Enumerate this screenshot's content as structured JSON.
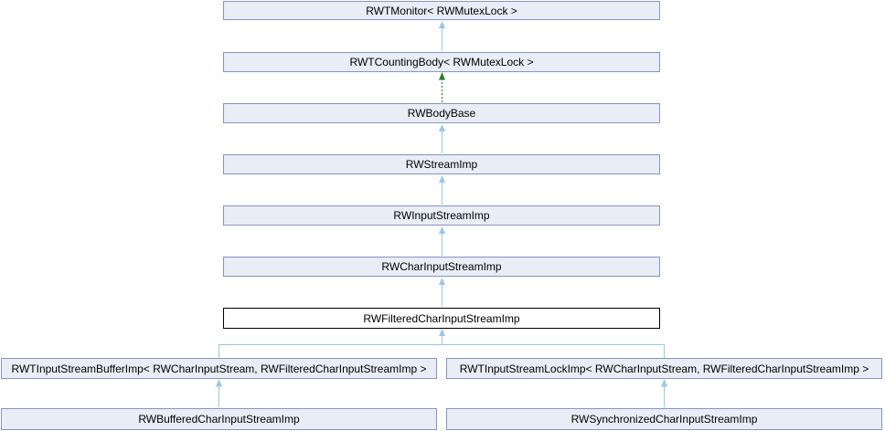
{
  "diagram": {
    "type": "class-inheritance-graph",
    "focus_class": "RWFilteredCharInputStreamImp",
    "colors": {
      "background": "#ffffff",
      "node_fill": "#e8edf6",
      "node_border": "#8595c4",
      "focus_node_fill": "#ffffff",
      "focus_node_border": "#000000",
      "edge_public": "#9cc6e6",
      "edge_protected": "#2e7b2e",
      "text": "#000000"
    },
    "nodes": [
      {
        "id": "rwtmonitor",
        "label": "RWTMonitor< RWMutexLock >"
      },
      {
        "id": "rwtcountingbody",
        "label": "RWTCountingBody< RWMutexLock >"
      },
      {
        "id": "rwbodybase",
        "label": "RWBodyBase"
      },
      {
        "id": "rwstreamimp",
        "label": "RWStreamImp"
      },
      {
        "id": "rwinputstreamimp",
        "label": "RWInputStreamImp"
      },
      {
        "id": "rwcharinputstreamimp",
        "label": "RWCharInputStreamImp"
      },
      {
        "id": "rwfilteredcharinputstreamimp",
        "label": "RWFilteredCharInputStreamImp",
        "focus": true
      },
      {
        "id": "rwtinputstreambufferimp",
        "label": "RWTInputStreamBufferImp< RWCharInputStream, RWFilteredCharInputStreamImp >"
      },
      {
        "id": "rwtinputstreamlockimp",
        "label": "RWTInputStreamLockImp< RWCharInputStream, RWFilteredCharInputStreamImp >"
      },
      {
        "id": "rwbufferedcharinputstreamimp",
        "label": "RWBufferedCharInputStreamImp"
      },
      {
        "id": "rwsynchronizedcharinputstreamimp",
        "label": "RWSynchronizedCharInputStreamImp"
      }
    ],
    "edges": [
      {
        "from": "RWTCountingBody< RWMutexLock >",
        "to": "RWTMonitor< RWMutexLock >",
        "style": "solid",
        "type": "public"
      },
      {
        "from": "RWBodyBase",
        "to": "RWTCountingBody< RWMutexLock >",
        "style": "dashed",
        "type": "protected"
      },
      {
        "from": "RWStreamImp",
        "to": "RWBodyBase",
        "style": "solid",
        "type": "public"
      },
      {
        "from": "RWInputStreamImp",
        "to": "RWStreamImp",
        "style": "solid",
        "type": "public"
      },
      {
        "from": "RWCharInputStreamImp",
        "to": "RWInputStreamImp",
        "style": "solid",
        "type": "public"
      },
      {
        "from": "RWFilteredCharInputStreamImp",
        "to": "RWCharInputStreamImp",
        "style": "solid",
        "type": "public"
      },
      {
        "from": "RWTInputStreamBufferImp< RWCharInputStream, RWFilteredCharInputStreamImp >",
        "to": "RWFilteredCharInputStreamImp",
        "style": "solid",
        "type": "public"
      },
      {
        "from": "RWTInputStreamLockImp< RWCharInputStream, RWFilteredCharInputStreamImp >",
        "to": "RWFilteredCharInputStreamImp",
        "style": "solid",
        "type": "public"
      },
      {
        "from": "RWBufferedCharInputStreamImp",
        "to": "RWTInputStreamBufferImp< RWCharInputStream, RWFilteredCharInputStreamImp >",
        "style": "solid",
        "type": "public"
      },
      {
        "from": "RWSynchronizedCharInputStreamImp",
        "to": "RWTInputStreamLockImp< RWCharInputStream, RWFilteredCharInputStreamImp >",
        "style": "solid",
        "type": "public"
      }
    ]
  }
}
